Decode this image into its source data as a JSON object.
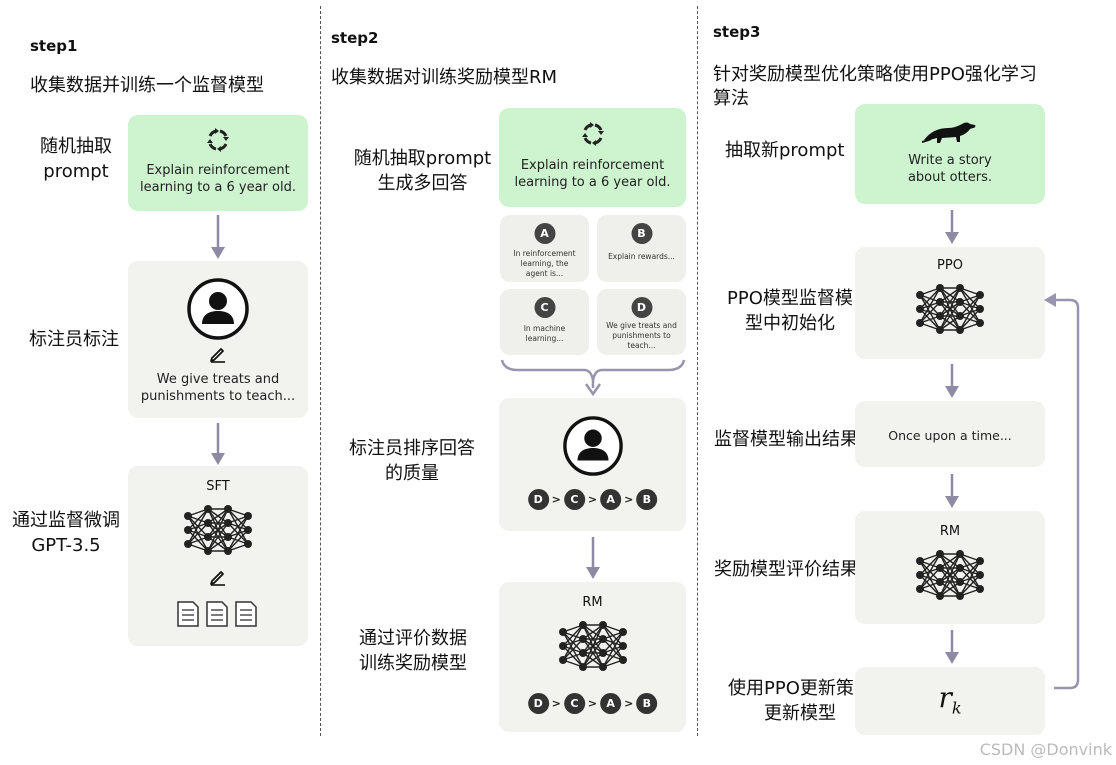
{
  "steps": {
    "step1": {
      "title": "step1",
      "heading": "收集数据并训练一个监督模型",
      "label_sample": [
        "随机抽取",
        "prompt"
      ],
      "prompt_text": [
        "Explain reinforcement",
        "learning to a 6 year old."
      ],
      "label_annotate": "标注员标注",
      "answer_text": [
        "We give treats and",
        "punishments to teach..."
      ],
      "label_train": [
        "通过监督微调",
        "GPT-3.5"
      ],
      "model_title": "SFT"
    },
    "step2": {
      "title": "step2",
      "heading": "收集数据对训练奖励模型RM",
      "label_sample": [
        "随机抽取prompt",
        "生成多回答"
      ],
      "prompt_text": [
        "Explain reinforcement",
        "learning to a 6 year old."
      ],
      "answers": [
        {
          "letter": "A",
          "text": [
            "In reinforcement",
            "learning, the",
            "agent is..."
          ]
        },
        {
          "letter": "B",
          "text": [
            "Explain rewards..."
          ]
        },
        {
          "letter": "C",
          "text": [
            "In machine",
            "learning..."
          ]
        },
        {
          "letter": "D",
          "text": [
            "We give treats and",
            "punishments to",
            "teach..."
          ]
        }
      ],
      "label_rank": [
        "标注员排序回答",
        "的质量"
      ],
      "ranking": [
        "D",
        "C",
        "A",
        "B"
      ],
      "label_train": [
        "通过评价数据",
        "训练奖励模型"
      ],
      "model_title": "RM"
    },
    "step3": {
      "title": "step3",
      "heading": [
        "针对奖励模型优化策略使用PPO强化学习",
        "算法"
      ],
      "label_sample": "抽取新prompt",
      "prompt_text": [
        "Write a story",
        "about otters."
      ],
      "label_init": [
        "PPO模型监督模",
        "型中初始化"
      ],
      "ppo_title": "PPO",
      "label_output": "监督模型输出结果",
      "output_text": "Once upon a time...",
      "label_eval": "奖励模型评价结果",
      "rm_title": "RM",
      "label_update": [
        "使用PPO更新策略",
        "更新模型"
      ],
      "reward_symbol": "r",
      "reward_sub": "k"
    }
  },
  "watermark": "CSDN @Donvink",
  "colors": {
    "prompt_box": "#cdf3cf",
    "card": "#f2f2ee",
    "arrow": "#8e8aa6",
    "icon": "#222222"
  }
}
